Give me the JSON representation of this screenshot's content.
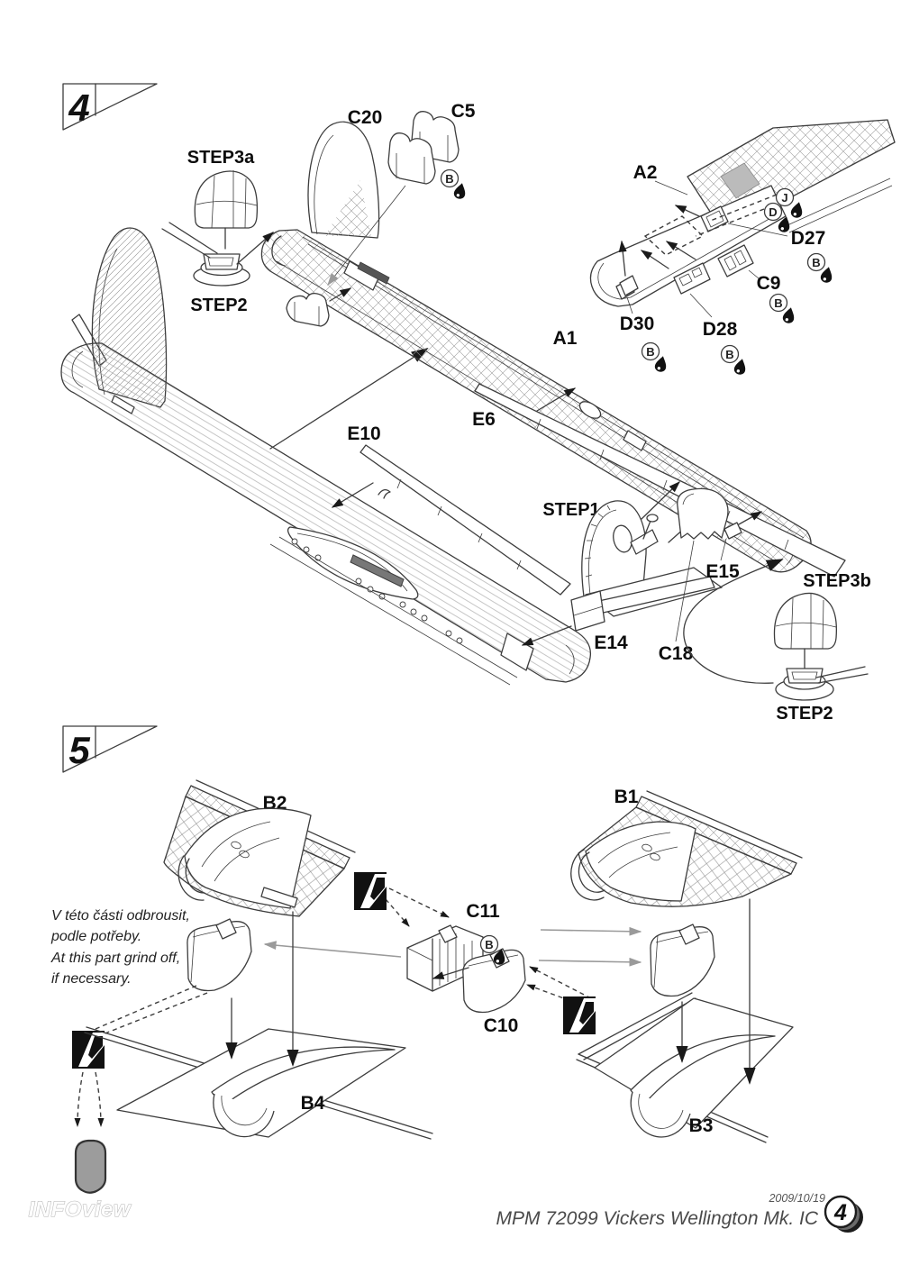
{
  "step4": {
    "step_number": "4",
    "part_labels": {
      "c20": "C20",
      "c5": "C5",
      "a2": "A2",
      "d27": "D27",
      "c9": "C9",
      "d30": "D30",
      "d28": "D28",
      "a1": "A1",
      "e6": "E6",
      "e10": "E10",
      "e15": "E15",
      "e14": "E14",
      "c18": "C18"
    },
    "step_labels": {
      "step3a": "STEP3a",
      "step2_left": "STEP2",
      "step1": "STEP1",
      "step3b": "STEP3b",
      "step2_right": "STEP2"
    },
    "glue_marks": {
      "c5": "B",
      "j": "J",
      "d": "D",
      "d27": "B",
      "c9": "B",
      "d30": "B",
      "d28": "B"
    }
  },
  "step5": {
    "step_number": "5",
    "part_labels": {
      "b2": "B2",
      "b1": "B1",
      "c11": "C11",
      "c10": "C10",
      "b4": "B4",
      "b3": "B3"
    },
    "glue_marks": {
      "c11": "B"
    },
    "note": {
      "cz_line1": "V této části odbrousit,",
      "cz_line2": "podle potřeby.",
      "en_line1": "At this part grind off,",
      "en_line2": "if necessary."
    }
  },
  "footer": {
    "date": "2009/10/19",
    "title": "MPM 72099 Vickers Wellington Mk. IC",
    "page_number": "4",
    "brand": "INFOview"
  },
  "colors": {
    "line": "#3d3d3d",
    "grey_part": "#9c9c9c",
    "shade": "#bbbbbb"
  }
}
